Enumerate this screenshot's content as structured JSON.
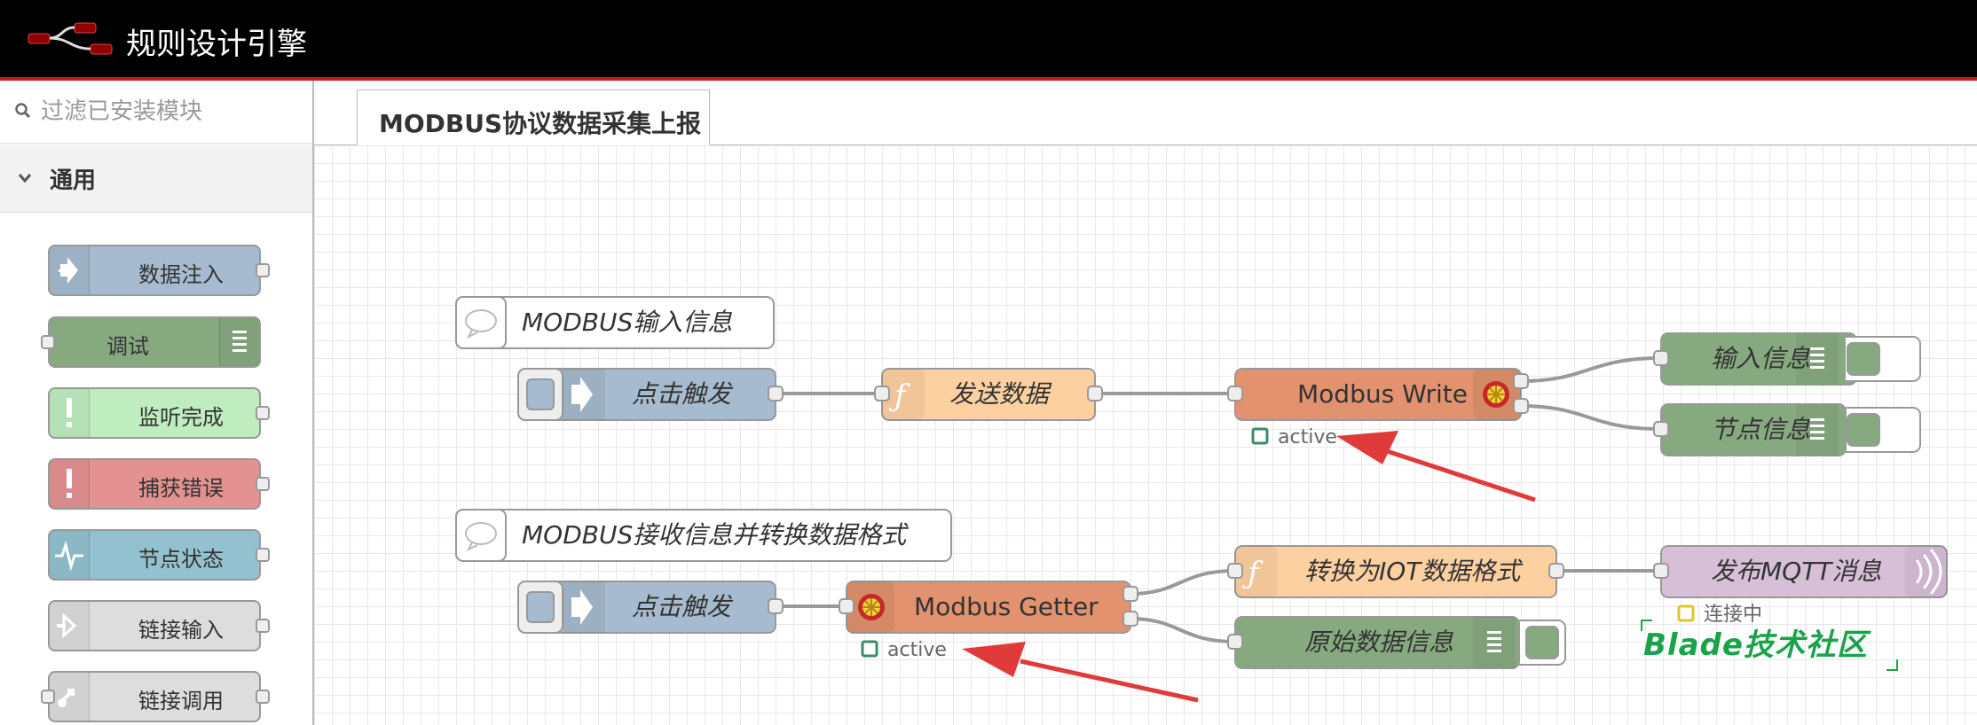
{
  "header": {
    "title": "规则设计引擎"
  },
  "palette": {
    "filter_placeholder": "过滤已安装模块",
    "category": "通用",
    "nodes": [
      "数据注入",
      "调试",
      "监听完成",
      "捕获错误",
      "节点状态",
      "链接输入",
      "链接调用"
    ]
  },
  "tabs": [
    {
      "label": "MODBUS协议数据采集上报"
    }
  ],
  "flow": {
    "comments": [
      "MODBUS输入信息",
      "MODBUS接收信息并转换数据格式"
    ],
    "nodes": {
      "inject1": "点击触发",
      "func_send": "发送数据",
      "modbus_write": "Modbus Write",
      "debug_input": "输入信息",
      "debug_node": "节点信息",
      "inject2": "点击触发",
      "modbus_getter": "Modbus Getter",
      "func_convert": "转换为IOT数据格式",
      "debug_raw": "原始数据信息",
      "mqtt_publish": "发布MQTT消息"
    },
    "status": {
      "modbus_write": "active",
      "modbus_getter": "active",
      "mqtt_publish": "连接中"
    },
    "status_colors": {
      "active": "#3a8f66",
      "connecting": "#e4c42c"
    }
  },
  "watermark": "Blade技术社区",
  "colors": {
    "inject": "#a6bbcf",
    "debug": "#87a980",
    "function": "#fdd0a2",
    "modbus": "#e2926e",
    "mqtt": "#d8bfd8",
    "complete": "#c0edc0",
    "catch": "#e49191",
    "status": "#94c1d0",
    "link": "#dddddd",
    "arrow": "#e03a3a"
  }
}
